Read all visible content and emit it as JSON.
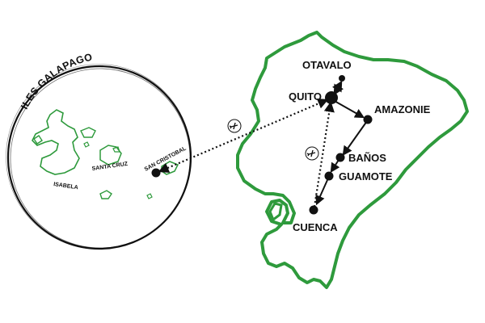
{
  "galapagos": {
    "title": "ILES GALAPAGOS",
    "islands": {
      "isabela": "ISABELA",
      "santa_cruz": "SANTA CRUZ",
      "san_cristobal": "SAN CRISTOBAL"
    }
  },
  "cities": {
    "otavalo": "OTAVALO",
    "quito": "QUITO",
    "amazonie": "AMAZONIE",
    "banos": "BAÑOS",
    "guamote": "GUAMOTE",
    "cuenca": "CUENCA"
  },
  "icons": {
    "flight": "airplane-icon"
  },
  "colors": {
    "land_outline": "#2e9a3c",
    "route": "#111111",
    "circle": "#111111"
  }
}
